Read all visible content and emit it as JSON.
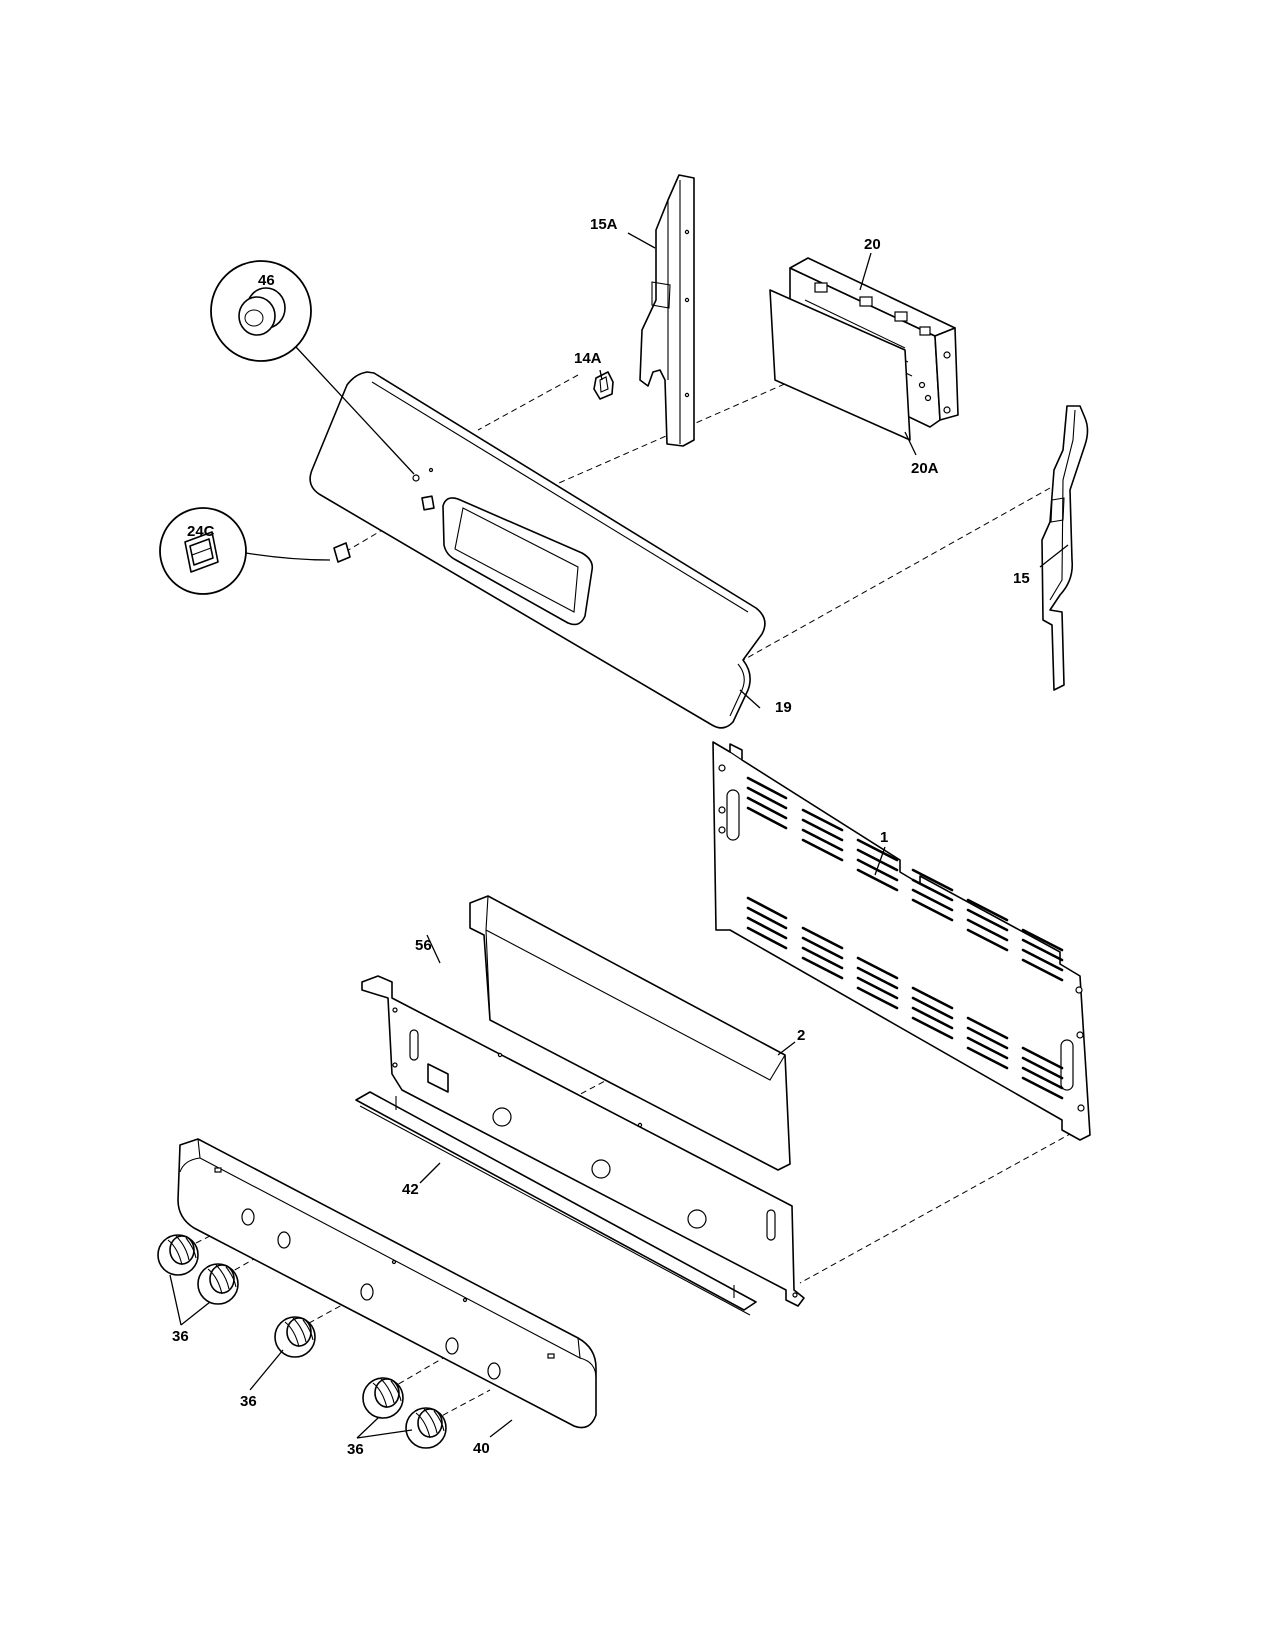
{
  "labels": {
    "l_15A": "15A",
    "l_20": "20",
    "l_46": "46",
    "l_14A": "14A",
    "l_20A": "20A",
    "l_24C": "24C",
    "l_15": "15",
    "l_19": "19",
    "l_1": "1",
    "l_56": "56",
    "l_2": "2",
    "l_42": "42",
    "l_36a": "36",
    "l_36b": "36",
    "l_36c": "36",
    "l_40": "40"
  }
}
